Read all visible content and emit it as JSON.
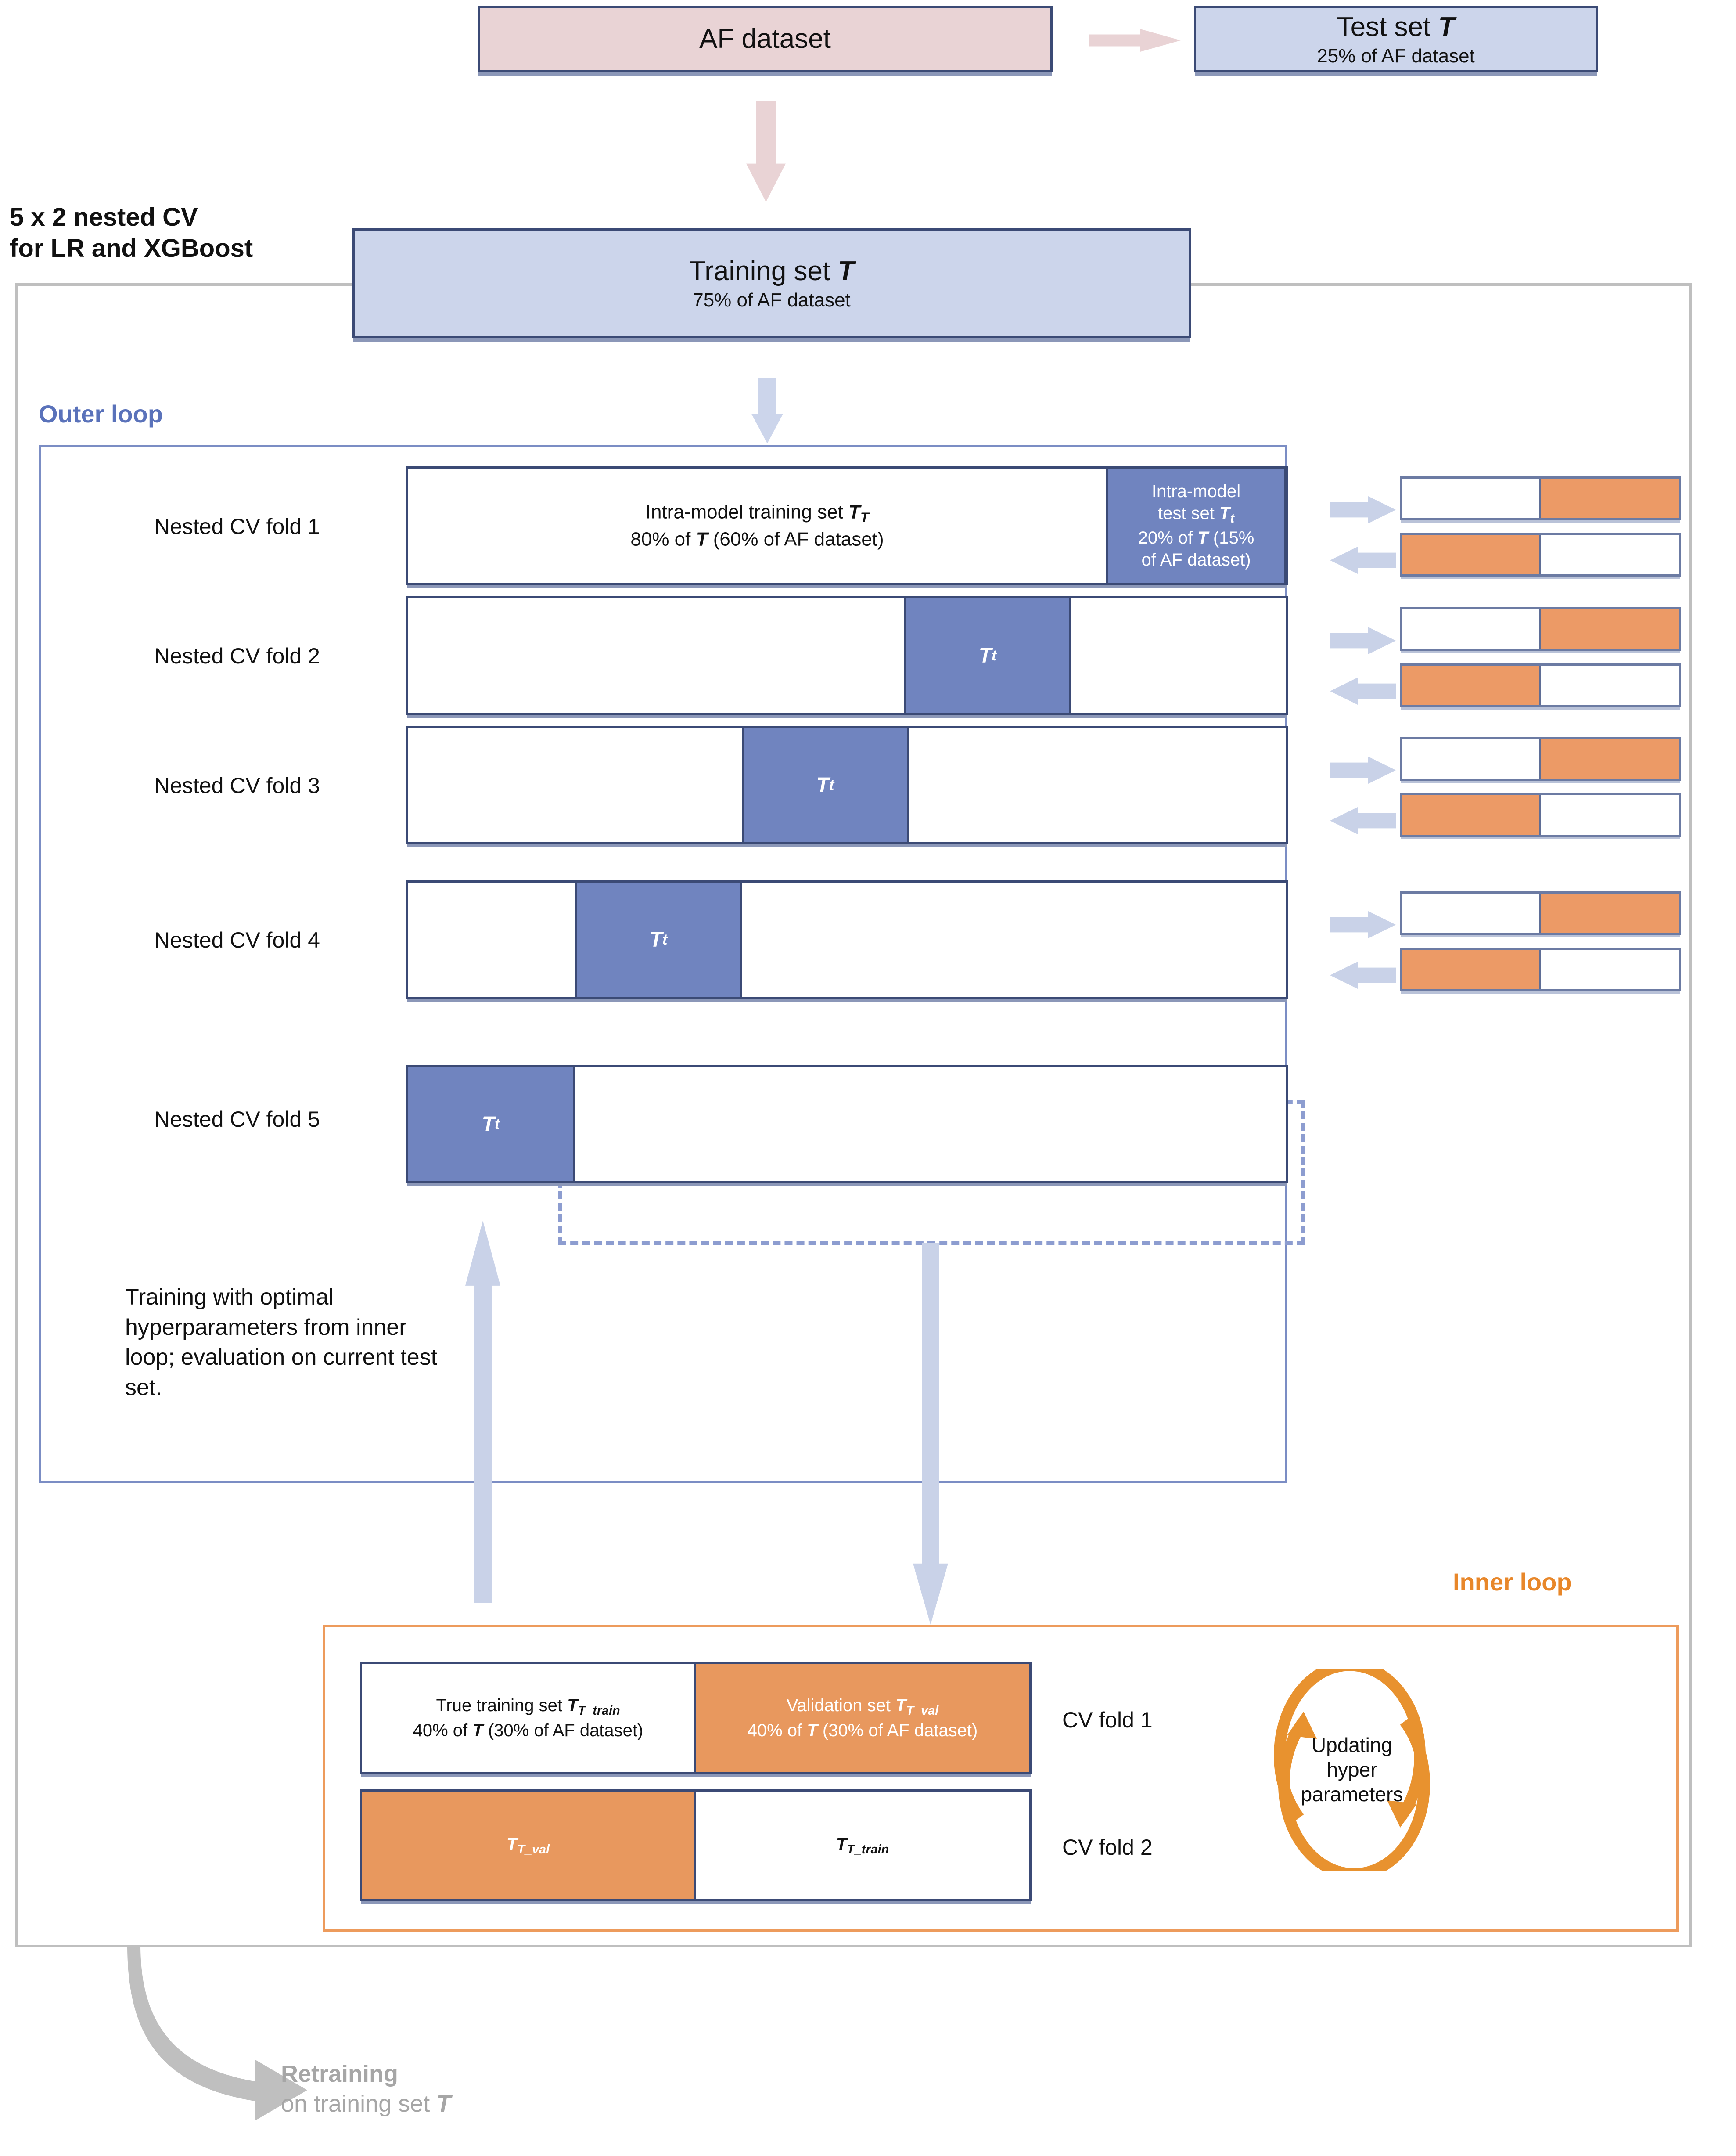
{
  "diagram": {
    "title_heading": "5 x 2 nested CV\nfor LR and XGBoost",
    "heading_line1": "5 x 2 nested CV",
    "heading_line2": "for LR and XGBoost"
  },
  "top": {
    "af_dataset": {
      "label": "AF dataset"
    },
    "test_set": {
      "label": "Test set ",
      "symbol": "T",
      "sub": "25% of AF dataset"
    },
    "training_set": {
      "label": "Training set ",
      "symbol": "T",
      "sub": "75% of AF dataset"
    }
  },
  "outer_loop": {
    "label": "Outer loop",
    "color": "#5a72ba",
    "folds": [
      {
        "label": "Nested CV fold 1",
        "test_start_pct": 79.5,
        "test_width_pct": 20.5
      },
      {
        "label": "Nested CV fold 2",
        "test_start_pct": 56.5,
        "test_width_pct": 19.0
      },
      {
        "label": "Nested CV fold 3",
        "test_start_pct": 38.0,
        "test_width_pct": 19.0
      },
      {
        "label": "Nested CV fold 4",
        "test_start_pct": 19.0,
        "test_width_pct": 19.0
      },
      {
        "label": "Nested CV fold 5",
        "test_start_pct": 0.0,
        "test_width_pct": 19.0
      }
    ],
    "fold1_train": {
      "line1": "Intra-model training set ",
      "sym": "T",
      "symsub": "T",
      "line2_a": "80% of ",
      "line2_sym": "T",
      "line2_b": " (60% of AF dataset)"
    },
    "fold1_test": {
      "line1": "Intra-model",
      "line2": "test set ",
      "sym": "T",
      "symsub": "t",
      "line3_a": "20% of ",
      "line3_sym": "T",
      "line3_b": " (15%",
      "line4": "of AF dataset)"
    },
    "test_seg_symbol": "T",
    "test_seg_sub": "t",
    "explanation": "Training with optimal hyperparameters from inner loop; evaluation on current test set."
  },
  "inner_loop": {
    "label": "Inner loop",
    "color": "#e8872a",
    "row1": {
      "fold_label": "CV fold 1",
      "train": {
        "line1": "True training set ",
        "sym": "T",
        "symsub": "T_train",
        "line2_a": "40% of ",
        "line2_sym": "T",
        "line2_b": " (30% of AF dataset)"
      },
      "val": {
        "line1": "Validation set ",
        "sym": "T",
        "symsub": "T_val",
        "line2_a": "40% of ",
        "line2_sym": "T",
        "line2_b": " (30% of AF dataset)"
      }
    },
    "row2": {
      "fold_label": "CV fold 2",
      "val": {
        "sym": "T",
        "symsub": "T_val"
      },
      "train": {
        "sym": "T",
        "symsub": "T_train"
      }
    },
    "cycle": {
      "line1": "Updating",
      "line2": "hyper",
      "line3": "parameters"
    }
  },
  "retraining": {
    "line1": "Retraining",
    "line2_a": "on training set ",
    "line2_sym": "T"
  },
  "colors": {
    "pink": "#e9d3d5",
    "light_blue": "#ccd5eb",
    "mid_blue": "#7084bf",
    "dark_blue_border": "#3b4a75",
    "outer_loop_blue": "#7b8dc4",
    "orange": "#e8985e",
    "orange_border": "#ed9b5c",
    "gray": "#bfbfbf",
    "arrow_blue": "#c9d2e8"
  }
}
